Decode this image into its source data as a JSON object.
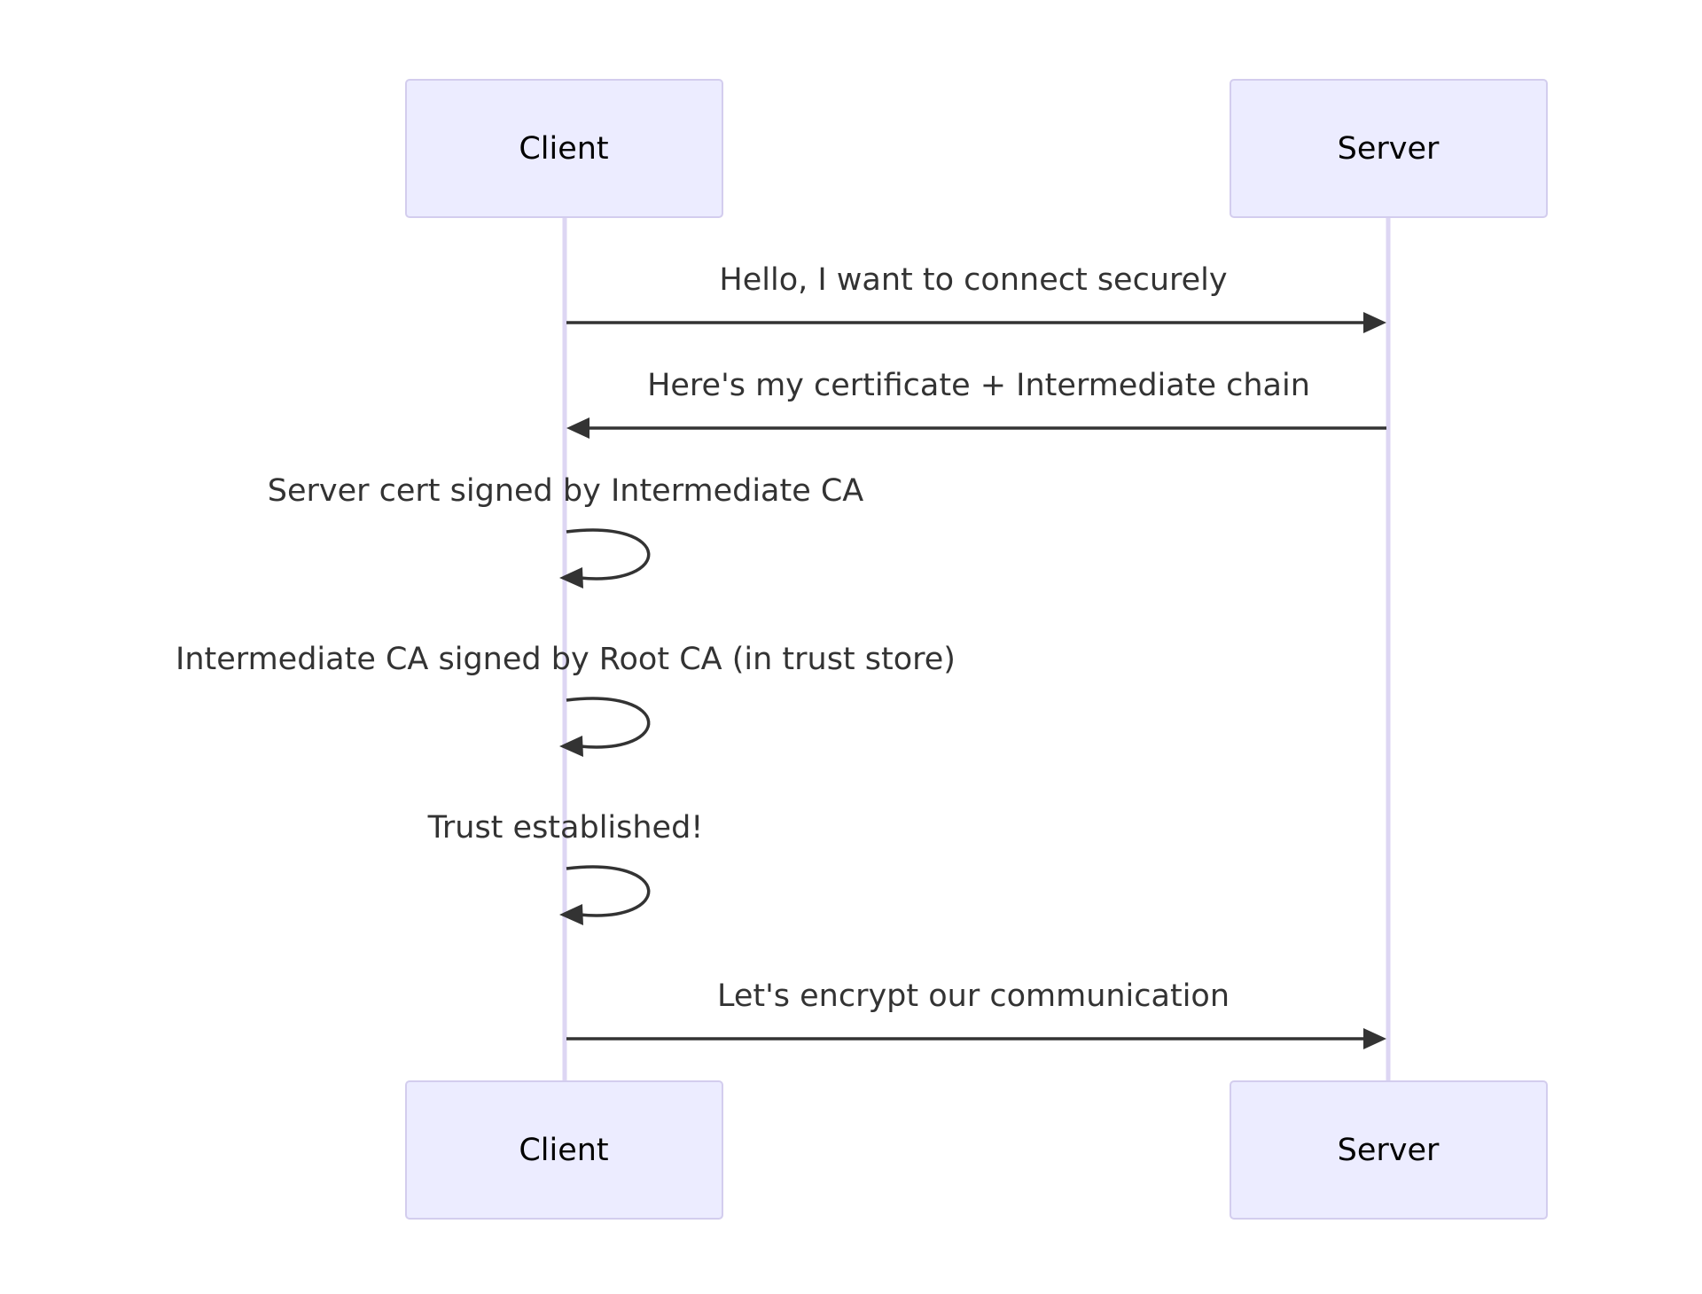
{
  "actors": {
    "client": "Client",
    "server": "Server"
  },
  "messages": [
    {
      "from": "Client",
      "to": "Server",
      "text": "Hello, I want to connect securely"
    },
    {
      "from": "Server",
      "to": "Client",
      "text": "Here's my certificate + Intermediate chain"
    },
    {
      "from": "Client",
      "to": "Client",
      "text": "Server cert signed by Intermediate CA"
    },
    {
      "from": "Client",
      "to": "Client",
      "text": "Intermediate CA signed by Root CA (in trust store)"
    },
    {
      "from": "Client",
      "to": "Client",
      "text": "Trust established!"
    },
    {
      "from": "Client",
      "to": "Server",
      "text": "Let's encrypt our communication"
    }
  ],
  "colors": {
    "actor_fill": "#ececff",
    "actor_stroke": "#d3cdee",
    "lifeline": "#ddd6f3",
    "line": "#333333"
  }
}
